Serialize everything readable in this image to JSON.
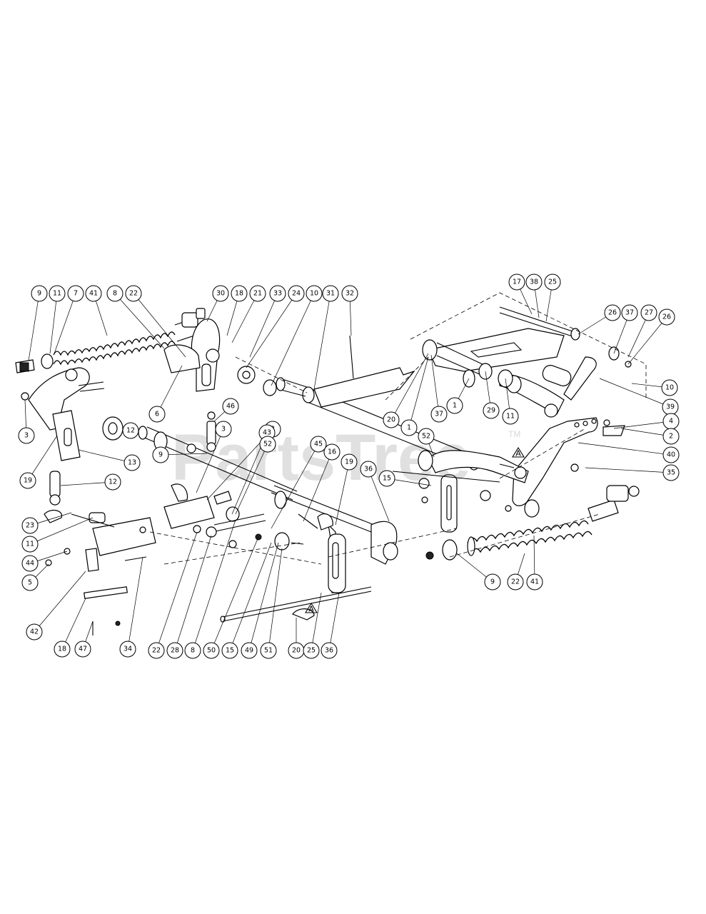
{
  "watermark": {
    "text": "PartsTree",
    "tm": "TM"
  },
  "section_ref": "A",
  "callouts": [
    {
      "label": "9"
    },
    {
      "label": "11"
    },
    {
      "label": "7"
    },
    {
      "label": "41"
    },
    {
      "label": "8"
    },
    {
      "label": "22"
    },
    {
      "label": "30"
    },
    {
      "label": "18"
    },
    {
      "label": "21"
    },
    {
      "label": "33"
    },
    {
      "label": "24"
    },
    {
      "label": "10"
    },
    {
      "label": "31"
    },
    {
      "label": "32"
    },
    {
      "label": "17"
    },
    {
      "label": "38"
    },
    {
      "label": "25"
    },
    {
      "label": "26"
    },
    {
      "label": "37"
    },
    {
      "label": "27"
    },
    {
      "label": "26"
    },
    {
      "label": "3"
    },
    {
      "label": "19"
    },
    {
      "label": "6"
    },
    {
      "label": "9"
    },
    {
      "label": "13"
    },
    {
      "label": "12"
    },
    {
      "label": "12"
    },
    {
      "label": "46"
    },
    {
      "label": "3"
    },
    {
      "label": "3"
    },
    {
      "label": "43"
    },
    {
      "label": "20"
    },
    {
      "label": "1"
    },
    {
      "label": "37"
    },
    {
      "label": "1"
    },
    {
      "label": "29"
    },
    {
      "label": "11"
    },
    {
      "label": "39"
    },
    {
      "label": "10"
    },
    {
      "label": "4"
    },
    {
      "label": "2"
    },
    {
      "label": "40"
    },
    {
      "label": "35"
    },
    {
      "label": "52"
    },
    {
      "label": "52"
    },
    {
      "label": "45"
    },
    {
      "label": "16"
    },
    {
      "label": "19"
    },
    {
      "label": "36"
    },
    {
      "label": "15"
    },
    {
      "label": "23"
    },
    {
      "label": "11"
    },
    {
      "label": "44"
    },
    {
      "label": "5"
    },
    {
      "label": "9"
    },
    {
      "label": "22"
    },
    {
      "label": "41"
    },
    {
      "label": "42"
    },
    {
      "label": "18"
    },
    {
      "label": "47"
    },
    {
      "label": "34"
    },
    {
      "label": "22"
    },
    {
      "label": "28"
    },
    {
      "label": "8"
    },
    {
      "label": "50"
    },
    {
      "label": "15"
    },
    {
      "label": "49"
    },
    {
      "label": "51"
    },
    {
      "label": "20"
    },
    {
      "label": "25"
    },
    {
      "label": "36"
    }
  ]
}
